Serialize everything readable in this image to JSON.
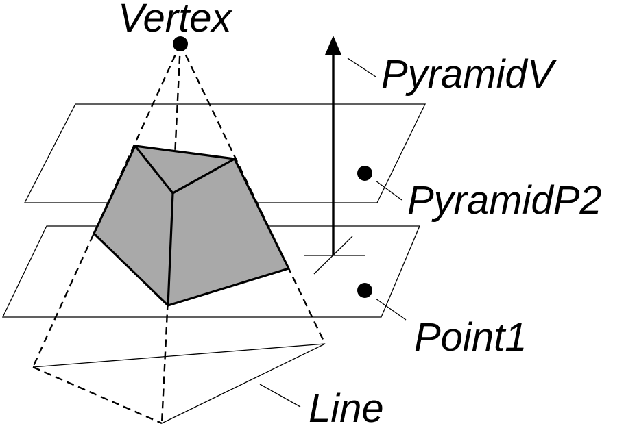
{
  "labels": {
    "vertex": "Vertex",
    "pyramid_v": "PyramidV",
    "pyramid_p2": "PyramidP2",
    "point1": "Point1",
    "line": "Line"
  },
  "colors": {
    "stroke": "#000000",
    "face_fill": "#a9a9a9",
    "background": "#ffffff"
  }
}
